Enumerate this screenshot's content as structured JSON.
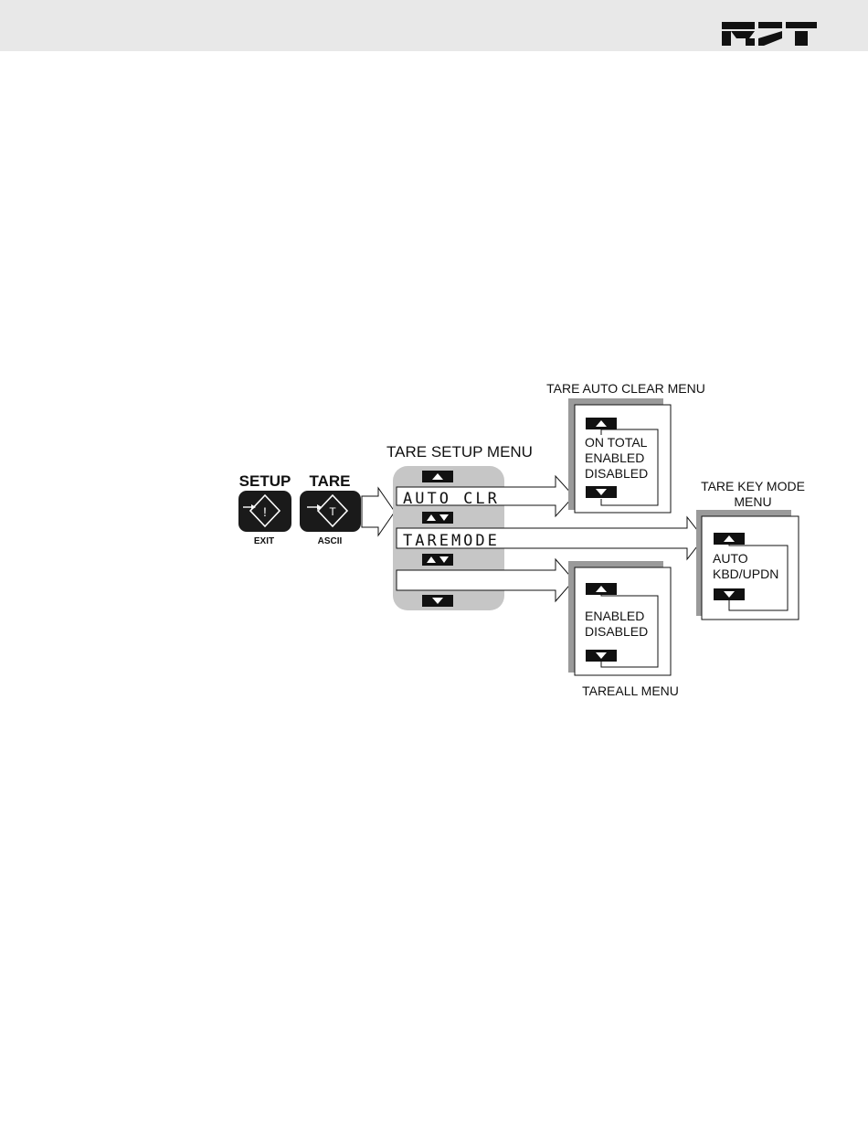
{
  "header": {
    "logo_text": "MSI"
  },
  "keys": {
    "setup": {
      "top_label": "SETUP",
      "glyph": "!",
      "bottom_label": "EXIT",
      "icon": "setup-key-icon"
    },
    "tare": {
      "top_label": "TARE",
      "glyph": "T",
      "bottom_label": "ASCII",
      "icon": "tare-key-icon"
    }
  },
  "tare_setup_menu": {
    "title": "TARE SETUP MENU",
    "items": [
      "AUTO CLR",
      "TAREMODE",
      ""
    ]
  },
  "tare_auto_clear_menu": {
    "title": "TARE AUTO CLEAR MENU",
    "options": [
      "ON TOTAL",
      "ENABLED",
      "DISABLED"
    ]
  },
  "tare_key_mode_menu": {
    "title_line1": "TARE KEY MODE",
    "title_line2": "MENU",
    "options": [
      "AUTO",
      "KBD/UPDN"
    ]
  },
  "tareall_menu": {
    "title": "TAREALL MENU",
    "options": [
      "ENABLED",
      "DISABLED"
    ]
  },
  "colors": {
    "header_bg": "#e8e8e8",
    "menu_panel_gray": "#c6c6c6",
    "shadow_gray": "#9a9a9a",
    "key_black": "#1a1a1a"
  }
}
